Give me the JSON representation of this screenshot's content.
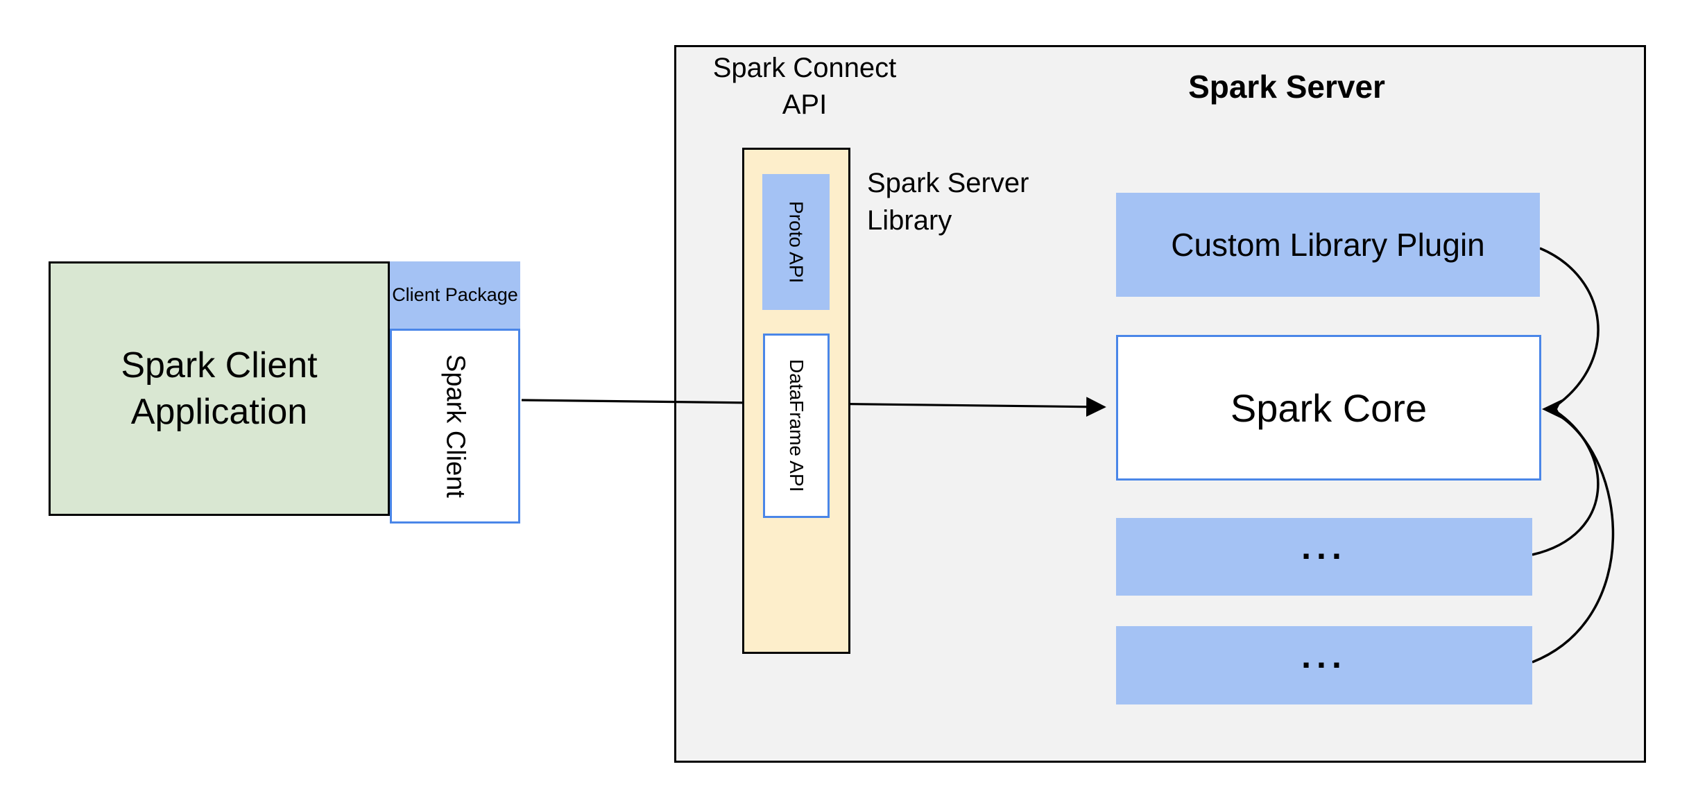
{
  "diagram": {
    "client_application": {
      "label": "Spark Client Application"
    },
    "client_package": {
      "label": "Client Package"
    },
    "spark_client": {
      "label": "Spark Client"
    },
    "connect_api": {
      "label": "Spark Connect API"
    },
    "server_library": {
      "label": "Spark Server Library"
    },
    "proto_api": {
      "label": "Proto API"
    },
    "dataframe_api": {
      "label": "DataFrame API"
    },
    "server": {
      "title": "Spark Server"
    },
    "custom_plugin": {
      "label": "Custom Library Plugin"
    },
    "spark_core": {
      "label": "Spark Core"
    },
    "plugin_slot_1": {
      "label": "..."
    },
    "plugin_slot_2": {
      "label": "..."
    }
  },
  "colors": {
    "green": "#d9e7d2",
    "blue": "#a4c2f4",
    "blue-border": "#4a86e8",
    "yellow": "#fdeecb",
    "gray": "#f2f2f2",
    "line": "#000000"
  }
}
